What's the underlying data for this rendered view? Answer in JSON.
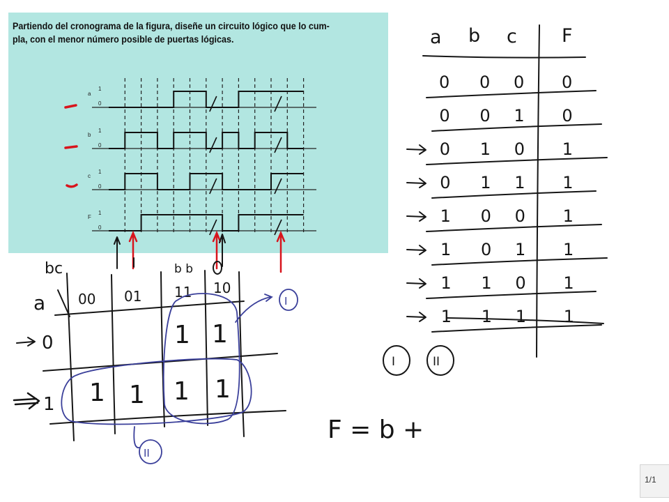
{
  "problem": {
    "line1": "Partiendo del cronograma de la figura, diseñe un circuito lógico que lo cum-",
    "line2": "pla, con el menor número posible de puertas lógicas."
  },
  "timing": {
    "signal_labels": [
      "a",
      "b",
      "c",
      "F"
    ],
    "level_one": "1",
    "level_zero": "0",
    "levels": {
      "a": [
        0,
        0,
        0,
        0,
        1,
        1,
        0,
        0,
        1,
        1,
        1,
        1
      ],
      "b": [
        0,
        1,
        1,
        0,
        1,
        1,
        0,
        1,
        0,
        1,
        1,
        0
      ],
      "c": [
        0,
        1,
        1,
        0,
        0,
        1,
        1,
        0,
        0,
        0,
        1,
        1
      ],
      "F": [
        0,
        0,
        1,
        1,
        1,
        1,
        1,
        0,
        1,
        1,
        1,
        1
      ]
    }
  },
  "truth_table": {
    "headers": [
      "a",
      "b",
      "c",
      "F"
    ],
    "rows": [
      [
        "0",
        "0",
        "0",
        "0"
      ],
      [
        "0",
        "0",
        "1",
        "0"
      ],
      [
        "0",
        "1",
        "0",
        "1"
      ],
      [
        "0",
        "1",
        "1",
        "1"
      ],
      [
        "1",
        "0",
        "0",
        "1"
      ],
      [
        "1",
        "0",
        "1",
        "1"
      ],
      [
        "1",
        "1",
        "0",
        "1"
      ],
      [
        "1",
        "1",
        "1",
        "1"
      ]
    ]
  },
  "kmap": {
    "col_var": "bc",
    "row_var": "a",
    "col_headers": [
      "00",
      "01",
      "11",
      "10"
    ],
    "col_annotation": "b b",
    "rows": [
      {
        "label": "0",
        "cells": [
          "",
          "",
          "1",
          "1"
        ]
      },
      {
        "label": "1",
        "cells": [
          "1",
          "1",
          "1",
          "1"
        ]
      }
    ],
    "group_labels": [
      "I",
      "II"
    ]
  },
  "groups_legend": [
    "I",
    "II"
  ],
  "equation": "F = b +",
  "page_counter": "1/1",
  "colors": {
    "panel": "#b2e6e1",
    "ink": "#151515",
    "red": "#d8141c",
    "blue": "#3a3f9a"
  }
}
